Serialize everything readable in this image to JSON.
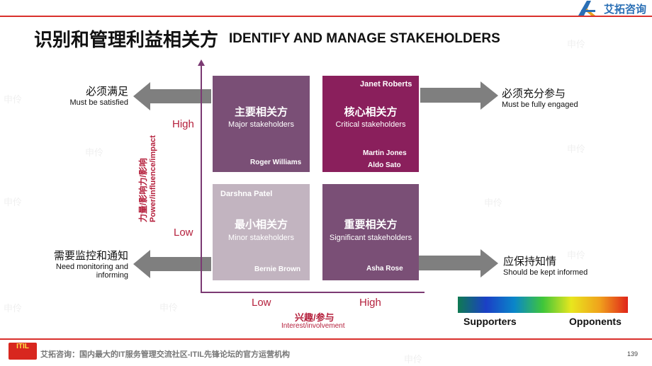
{
  "header": {
    "logo_text": "艾拓咨询",
    "title_cn": "识别和管理利益相关方",
    "title_en": "IDENTIFY AND MANAGE STAKEHOLDERS"
  },
  "axes": {
    "y_high": "High",
    "y_low": "Low",
    "y_label_cn": "力量/影响力/影响",
    "y_label_en": "Power/influence/impact",
    "x_low": "Low",
    "x_high": "High",
    "x_label_cn": "兴趣/参与",
    "x_label_en": "Interest/involvement"
  },
  "quadrants": {
    "major": {
      "cn": "主要相关方",
      "en": "Major stakeholders",
      "name1": "Roger Williams"
    },
    "critical": {
      "cn": "核心相关方",
      "en": "Critical stakeholders",
      "name_top": "Janet Roberts",
      "name1": "Martin Jones",
      "name2": "Aldo Sato"
    },
    "minor": {
      "cn": "最小相关方",
      "en": "Minor stakeholders",
      "name_top": "Darshna Patel",
      "name1": "Bernie Brown"
    },
    "significant": {
      "cn": "重要相关方",
      "en": "Significant stakeholders",
      "name1": "Asha Rose"
    }
  },
  "notes": {
    "satisfied_cn": "必须满足",
    "satisfied_en": "Must be satisfied",
    "engaged_cn": "必须充分参与",
    "engaged_en": "Must be fully engaged",
    "monitor_cn": "需要监控和通知",
    "monitor_en1": "Need monitoring and",
    "monitor_en2": "informing",
    "informed_cn": "应保持知情",
    "informed_en": "Should be kept informed"
  },
  "scale": {
    "supporters": "Supporters",
    "opponents": "Opponents"
  },
  "footer": {
    "text": "艾拓咨询：国内最大的IT服务管理交流社区-ITIL先锋论坛的官方运营机构",
    "page_number": "139",
    "icon_text": "ITIL"
  },
  "watermark": "申伶",
  "colors": {
    "accent_red": "#d9302c",
    "quad_purple": "#7a4f76",
    "quad_crimson": "#8a1f5c",
    "quad_light": "#c2b4c0",
    "arrow_gray": "#7f7f7f"
  }
}
